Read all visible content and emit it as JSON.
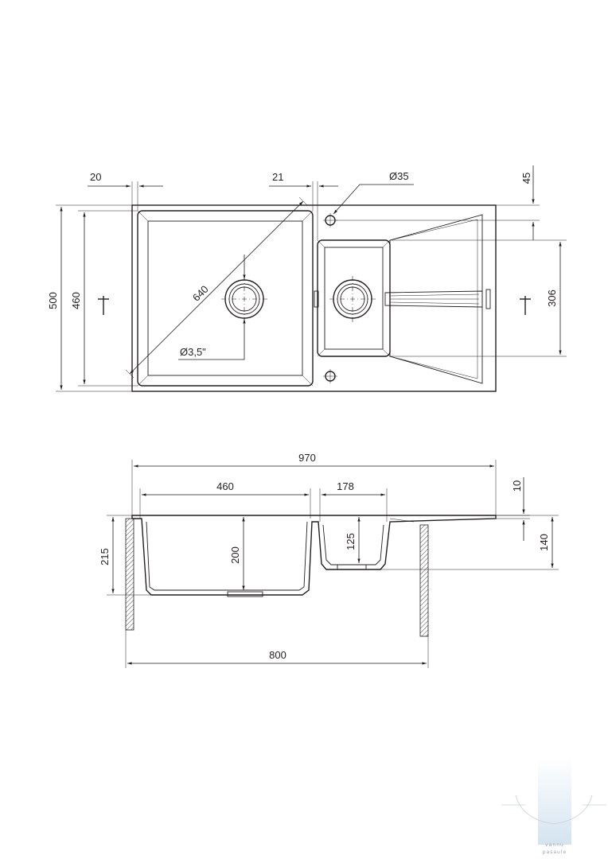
{
  "plan_view": {
    "labels": {
      "left_margin": "20",
      "divider_width": "21",
      "tap_hole": "Ø35",
      "tap_hole_offset": "45",
      "outer_depth": "500",
      "bowl_depth": "460",
      "diagonal": "640",
      "waste": "Ø3,5\"",
      "small_bowl_depth": "306"
    }
  },
  "section_view": {
    "labels": {
      "overall_width": "970",
      "main_bowl_width": "460",
      "small_bowl_width": "178",
      "rim_thickness": "10",
      "main_bowl_depth": "200",
      "small_bowl_depth": "125",
      "side_depth": "215",
      "drainer_depth": "140",
      "cabinet_width": "800"
    }
  },
  "watermark": {
    "line1": "vannu",
    "line2": "pasaule"
  },
  "colors": {
    "line": "#231f20",
    "watermark": "#cfe0ee"
  }
}
